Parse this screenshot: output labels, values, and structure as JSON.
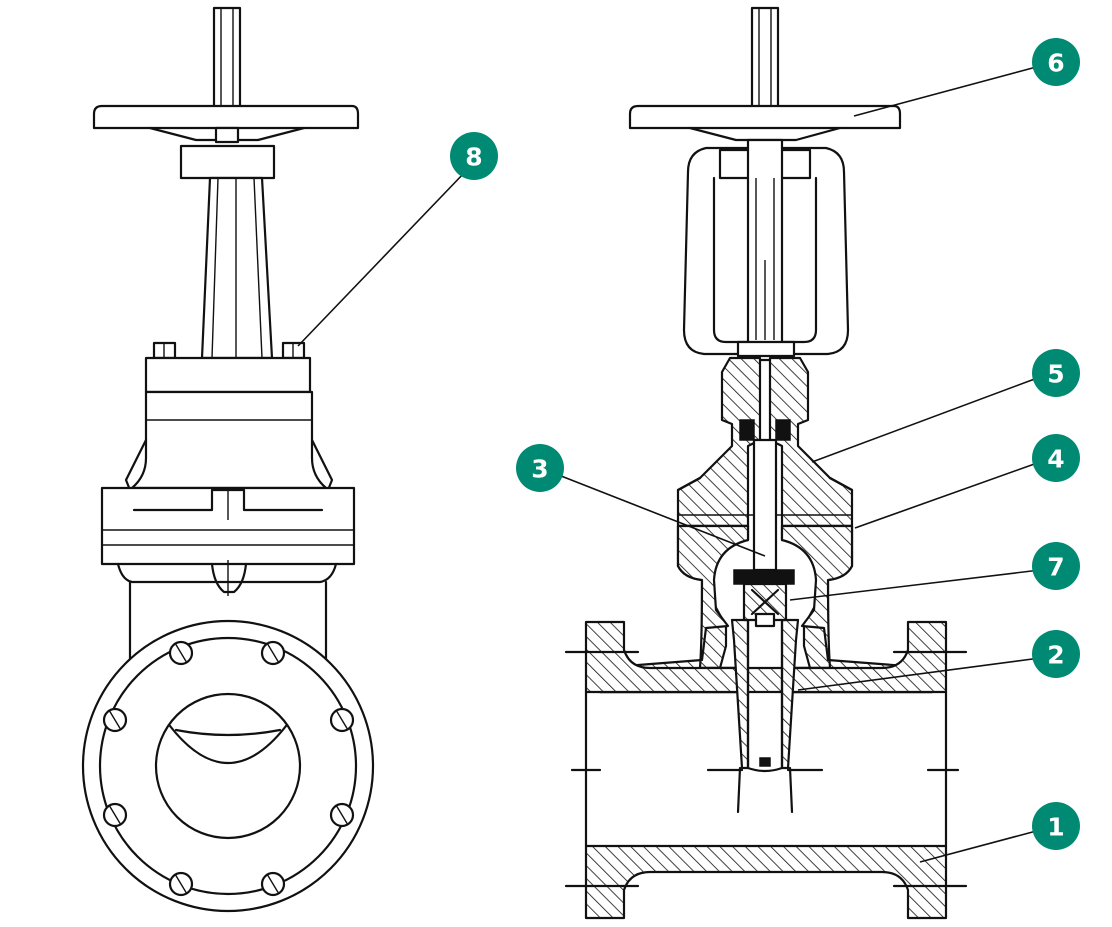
{
  "colors": {
    "callout_fill": "#008a73",
    "callout_text": "#ffffff",
    "line": "#111111",
    "background": "#ffffff"
  },
  "callouts": [
    {
      "id": "c8",
      "label": "8"
    },
    {
      "id": "c6",
      "label": "6"
    },
    {
      "id": "c5",
      "label": "5"
    },
    {
      "id": "c4",
      "label": "4"
    },
    {
      "id": "c3",
      "label": "3"
    },
    {
      "id": "c7",
      "label": "7"
    },
    {
      "id": "c2",
      "label": "2"
    },
    {
      "id": "c1",
      "label": "1"
    }
  ]
}
